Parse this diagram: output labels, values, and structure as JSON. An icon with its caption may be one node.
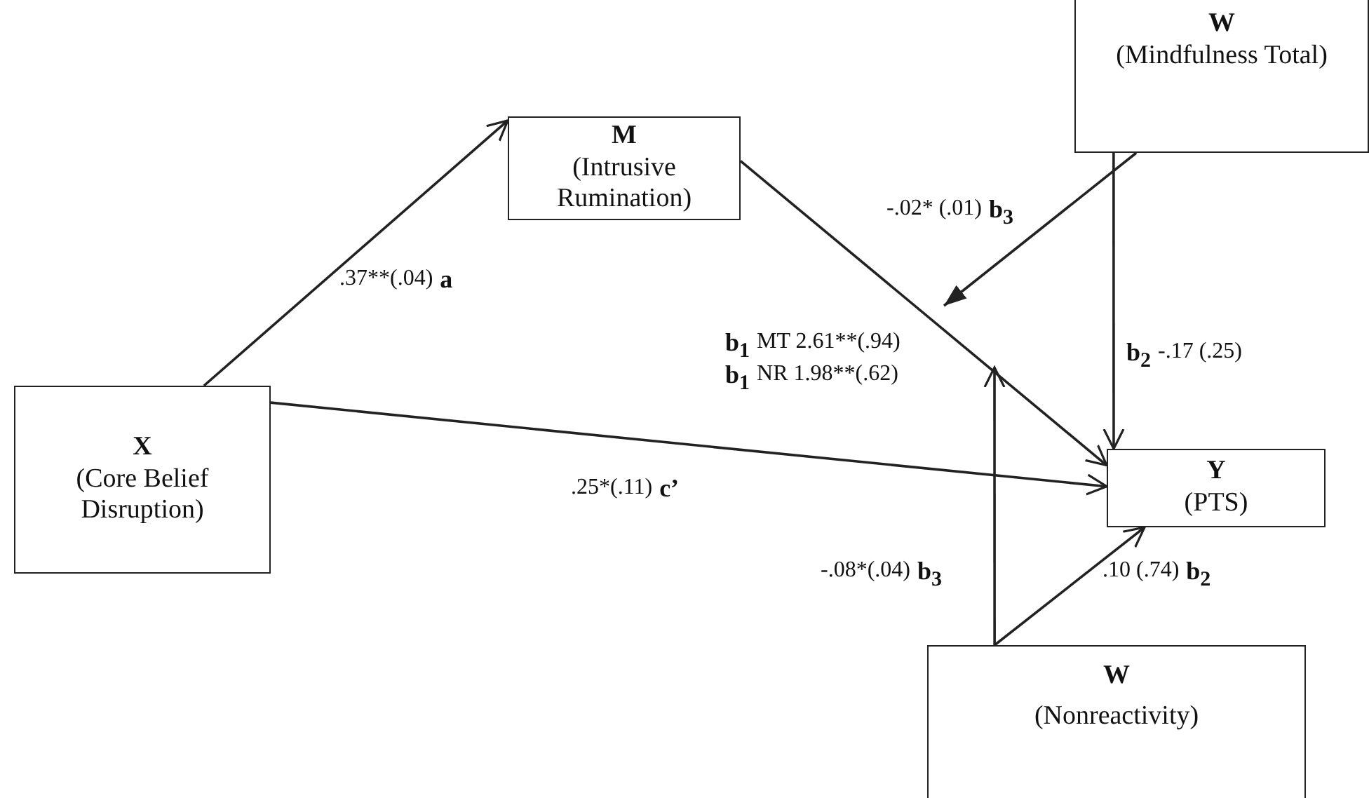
{
  "diagram": {
    "nodes": [
      {
        "text": [
          "M",
          "(Intrusive Rumination)"
        ]
      },
      {
        "text": [
          "W",
          "(Mindfulness Total)"
        ]
      },
      {
        "text": [
          "X",
          "(Core Belief Disruption)"
        ]
      },
      {
        "text": [
          "Y",
          "(PTS)"
        ]
      },
      {
        "text": [
          "W",
          "(Nonreactivity)"
        ]
      }
    ],
    "edges": [
      {
        "from": 2,
        "to": 0,
        "arrow": "to"
      },
      {
        "from": 0,
        "to": 3,
        "arrow": "to"
      },
      {
        "from": 1,
        "to": 3,
        "arrow": "to"
      },
      {
        "from": 1,
        "to": null,
        "arrow": "to"
      },
      {
        "from": 2,
        "to": 3,
        "arrow": "to"
      },
      {
        "from": 4,
        "to": 3,
        "arrow": "to"
      },
      {
        "from": 4,
        "to": null,
        "arrow": "to"
      }
    ],
    "labels": [
      "-.02* (.01)",
      "b$_{3}$",
      ".37**(.04)",
      "a",
      "b$_{1}$",
      "MT 2.61**(.94)",
      "b$_{2}$",
      "-.17 (.25)",
      "b$_{1}$",
      "NR 1.98**(.62)",
      ".25*(.11)",
      "c’",
      "-.08*(.04)",
      "b$_{3}$",
      ".10 (.74)",
      "b$_{2}$"
    ]
  }
}
